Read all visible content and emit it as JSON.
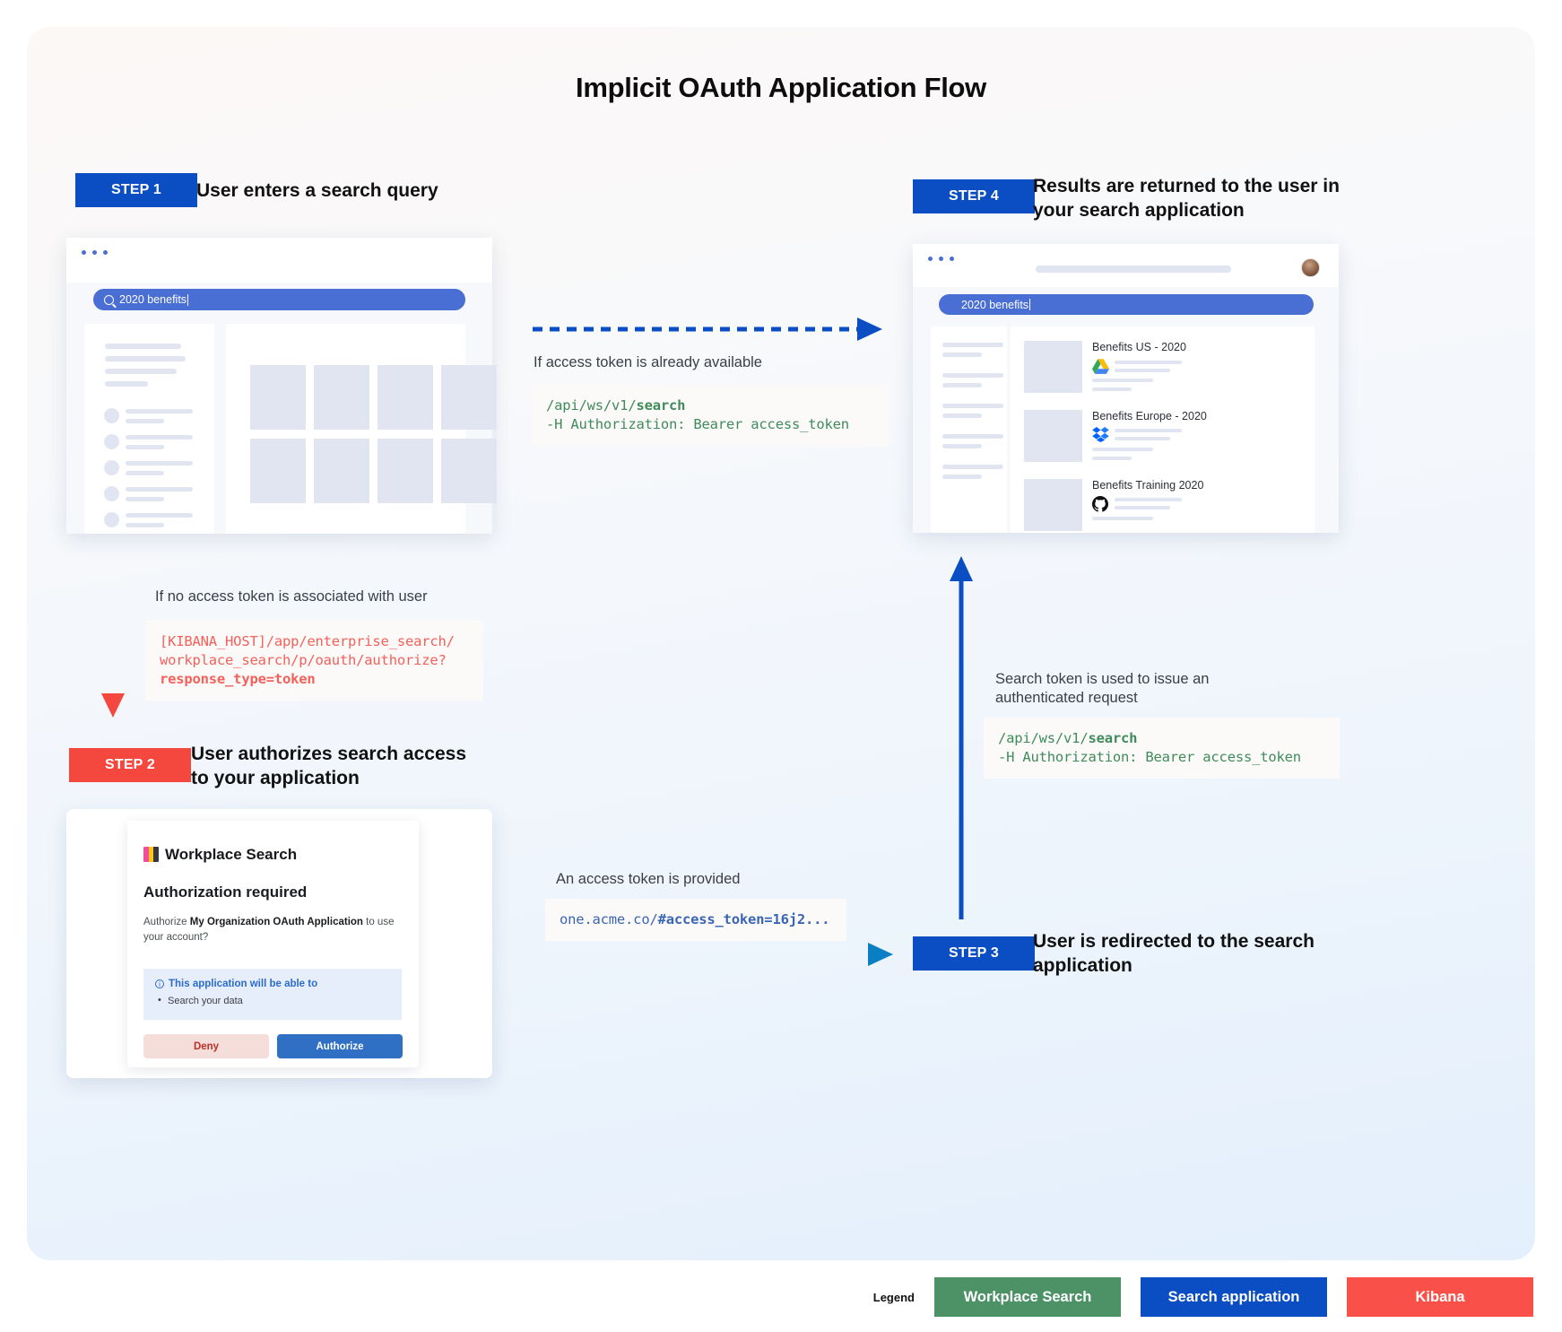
{
  "title": "Implicit OAuth Application Flow",
  "steps": {
    "step1": {
      "badge": "STEP 1",
      "text": "User enters a search query"
    },
    "step2": {
      "badge": "STEP 2",
      "text": "User authorizes search access to your application"
    },
    "step3": {
      "badge": "STEP 3",
      "text": "User is redirected to the search application"
    },
    "step4": {
      "badge": "STEP 4",
      "text": "Results are returned to the user in your search application"
    }
  },
  "search_query": "2020 benefits",
  "search_query_step4": "2020 benefits",
  "notes": {
    "token_available": "If access token is already available",
    "no_token": "If no access token is associated with user",
    "token_provided": "An access token is provided",
    "authenticated_request": "Search token is used to issue an authenticated request"
  },
  "code": {
    "search_top": {
      "line1_plain": "/api/ws/v1/",
      "line1_bold": "search",
      "line2": "-H Authorization: Bearer access_token"
    },
    "search_bottom": {
      "line1_plain": "/api/ws/v1/",
      "line1_bold": "search",
      "line2": "-H Authorization: Bearer access_token"
    },
    "authorize_url": {
      "line1": "[KIBANA_HOST]/app/enterprise_search/",
      "line2": "workplace_search/p/oauth/authorize?",
      "line3_bold": "response_type=token"
    },
    "redirect_url": {
      "plain": "one.acme.co/",
      "bold": "#access_token=16j2..."
    }
  },
  "auth_dialog": {
    "product": "Workplace Search",
    "heading": "Authorization required",
    "body_pre": "Authorize ",
    "body_app": "My Organization OAuth Application",
    "body_post": " to use your account?",
    "callout_heading": "This application will be able to",
    "callout_items": [
      "Search your data"
    ],
    "deny_label": "Deny",
    "authorize_label": "Authorize"
  },
  "results": [
    {
      "title": "Benefits US - 2020",
      "source_icon": "google-drive-icon"
    },
    {
      "title": "Benefits Europe - 2020",
      "source_icon": "dropbox-icon"
    },
    {
      "title": "Benefits Training 2020",
      "source_icon": "github-icon"
    }
  ],
  "legend": {
    "label": "Legend",
    "items": [
      {
        "text": "Workplace Search",
        "color": "#4c9266"
      },
      {
        "text": "Search application",
        "color": "#0b4ec4"
      },
      {
        "text": "Kibana",
        "color": "#f9514a"
      }
    ]
  },
  "colors": {
    "blue": "#0b4ec4",
    "red": "#f4483f",
    "green": "#4c9266",
    "search_pill": "#4a6fd4"
  }
}
